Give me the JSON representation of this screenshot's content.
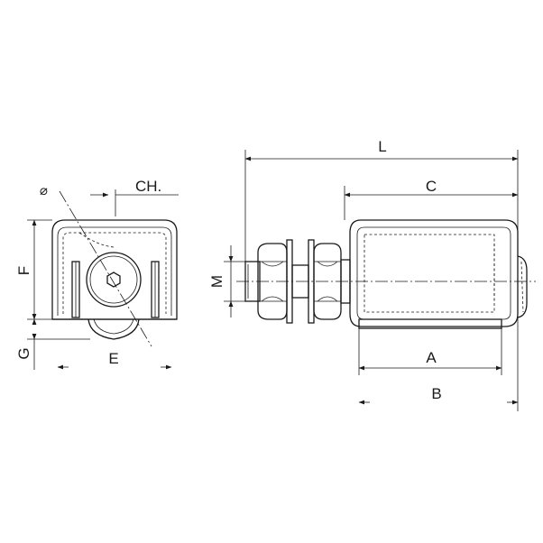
{
  "labels": {
    "L": "L",
    "C": "C",
    "M": "M",
    "A": "A",
    "B": "B",
    "F": "F",
    "G": "G",
    "E": "E",
    "CH": "CH.",
    "diameter": "⌀"
  }
}
